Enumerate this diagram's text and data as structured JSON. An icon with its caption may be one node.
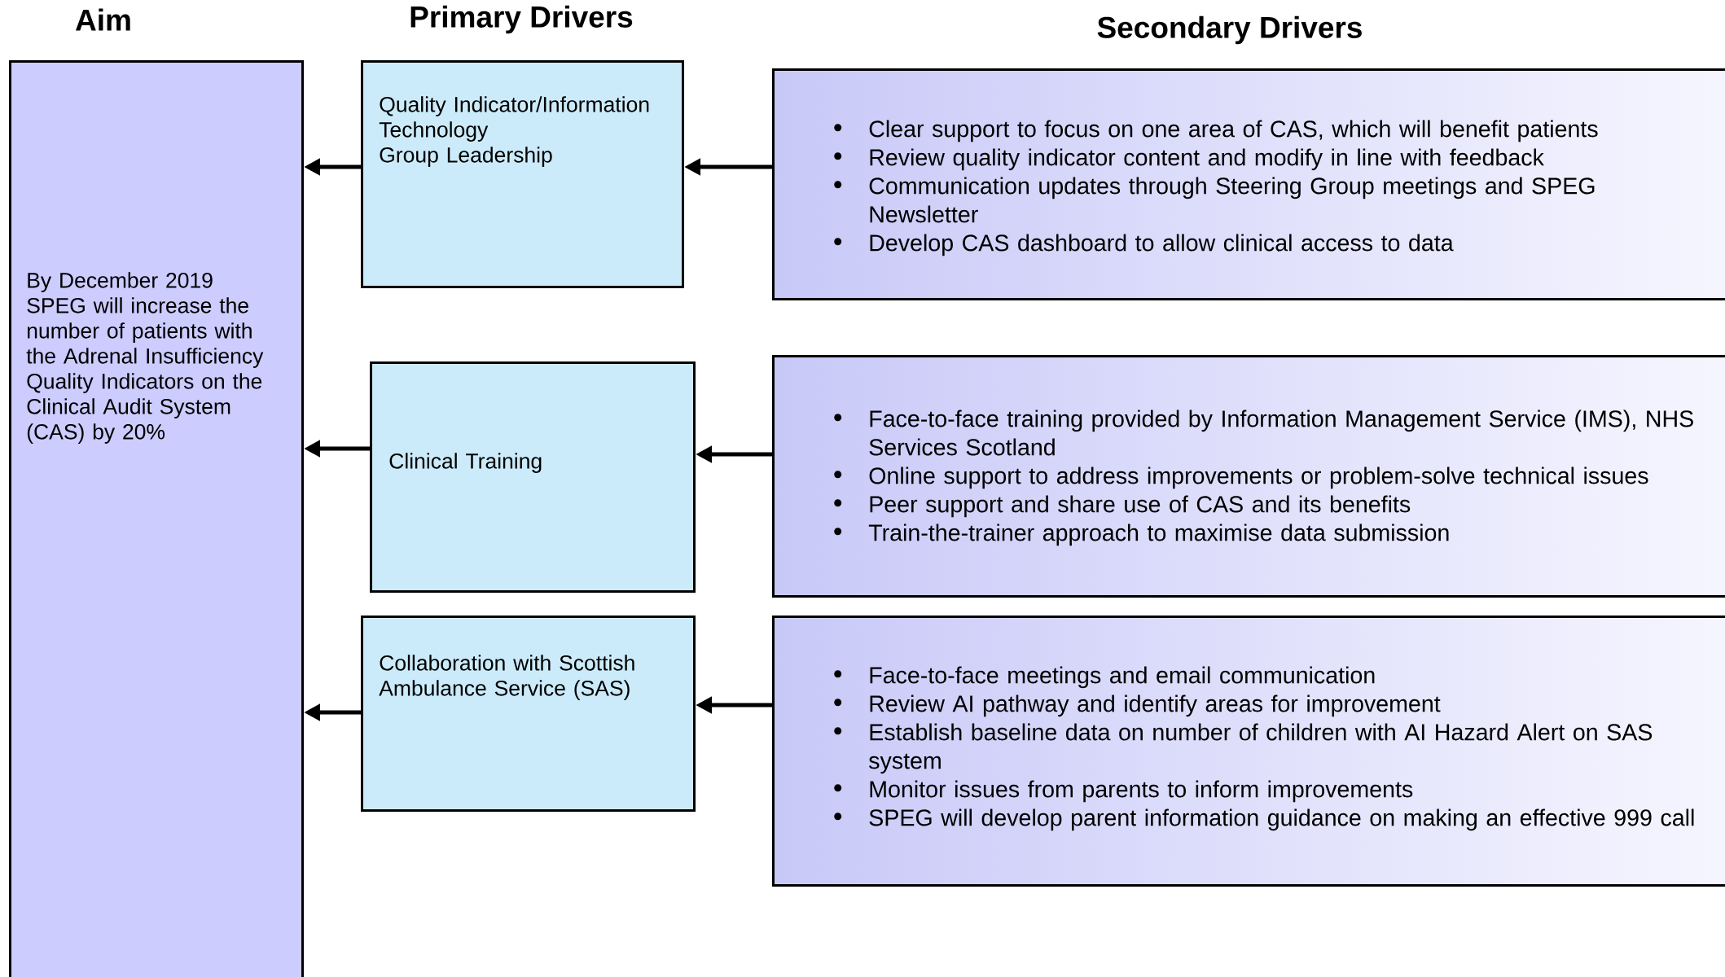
{
  "diagram": {
    "nodes": [
      {
        "text": [
          "By December 2019 SPEG will increase the number of patients with the Adrenal Insufficiency Quality Indicators on the Clinical Audit System (CAS) by 20%"
        ]
      },
      {
        "text": [
          "Quality Indicator/Information Technology",
          "Group Leadership"
        ]
      },
      {
        "text": [
          "Clinical Training"
        ]
      },
      {
        "text": [
          "Collaboration with Scottish Ambulance Service (SAS)"
        ]
      },
      {
        "text": [
          "Clear support to focus on one area of CAS, which will benefit patients",
          "Review quality indicator content and modify in line with feedback",
          "Communication updates through Steering Group meetings and SPEG Newsletter",
          "Develop CAS dashboard to allow clinical access to data"
        ]
      },
      {
        "text": [
          "Face-to-face training provided by Information Management Service (IMS), NHS Services Scotland",
          "Online support to address improvements or problem-solve technical issues",
          "Peer support and share use of CAS and its benefits",
          "Train-the-trainer approach to maximise data submission"
        ]
      },
      {
        "text": [
          "Face-to-face meetings and email communication",
          "Review AI pathway and identify areas for improvement",
          "Establish baseline data on number of children with AI Hazard Alert on SAS system",
          "Monitor issues from parents to inform improvements",
          "SPEG will develop parent information guidance on making an effective 999 call"
        ]
      }
    ],
    "edges": [
      {
        "from": 4,
        "to": 1,
        "arrow": "to"
      },
      {
        "from": 5,
        "to": 2,
        "arrow": "to"
      },
      {
        "from": 6,
        "to": 3,
        "arrow": "to"
      },
      {
        "from": 1,
        "to": 0,
        "arrow": "to"
      },
      {
        "from": 2,
        "to": 0,
        "arrow": "to"
      },
      {
        "from": 3,
        "to": 0,
        "arrow": "to"
      }
    ],
    "labels": [
      "Aim",
      "Primary Drivers",
      "Secondary Drivers"
    ]
  }
}
